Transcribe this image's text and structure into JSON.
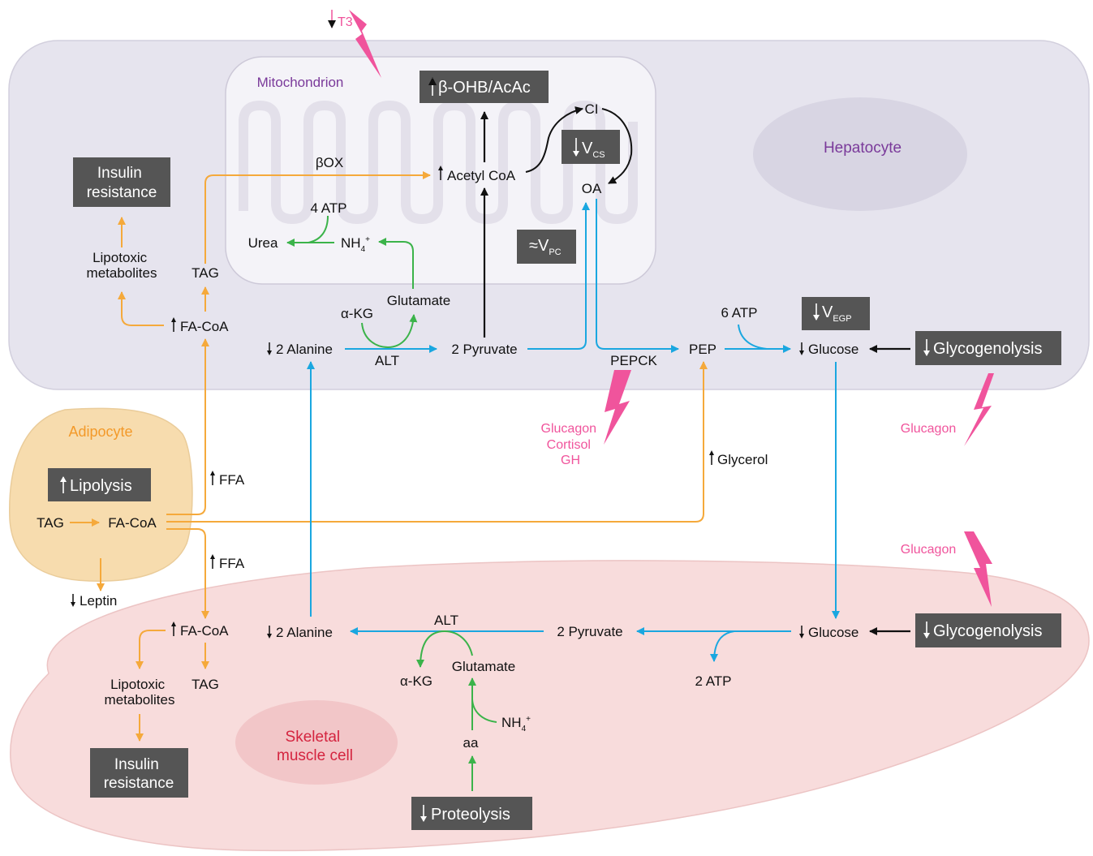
{
  "colors": {
    "liver_fill": "#e6e4ee",
    "mito_fill": "#f4f3f8",
    "adipocyte_fill": "#f7dcae",
    "muscle_fill": "#f8dcdc",
    "label_box": "#555555",
    "orange": "#f5a93b",
    "blue": "#1aa7e0",
    "green": "#3bb34a",
    "black": "#111111",
    "pink": "#f0549c",
    "purple": "#7a3a9a",
    "adipocyte_text": "#f39a2a",
    "muscle_text": "#d4243f"
  },
  "labels": {
    "t3": "T3",
    "mitochondrion": "Mitochondrion",
    "hepatocyte": "Hepatocyte",
    "adipocyte": "Adipocyte",
    "skeletal_muscle_line1": "Skeletal",
    "skeletal_muscle_line2": "muscle cell"
  },
  "boxes": {
    "bohb": "β-OHB/AcAc",
    "insulin_resistance_liver_l1": "Insulin",
    "insulin_resistance_liver_l2": "resistance",
    "vcs": "V",
    "vcs_sub": "CS",
    "vpc_prefix": "≈V",
    "vpc_sub": "PC",
    "vegp": "V",
    "vegp_sub": "EGP",
    "glycogenolysis_liver": "Glycogenolysis",
    "lipolysis": "Lipolysis",
    "glycogenolysis_muscle": "Glycogenolysis",
    "insulin_resistance_muscle_l1": "Insulin",
    "insulin_resistance_muscle_l2": "resistance",
    "proteolysis": "Proteolysis"
  },
  "liver": {
    "ci": "CI",
    "oa": "OA",
    "acetyl_coa": "Acetyl CoA",
    "box": "βOX",
    "four_atp": "4 ATP",
    "urea": "Urea",
    "nh4": "NH",
    "nh4_sub": "4",
    "nh4_sup": "+",
    "glutamate": "Glutamate",
    "akg": "α-KG",
    "alt": "ALT",
    "alanine": "2 Alanine",
    "pyruvate": "2 Pyruvate",
    "pepck": "PEPCK",
    "pep": "PEP",
    "six_atp": "6 ATP",
    "glucose": "Glucose",
    "lipotoxic_l1": "Lipotoxic",
    "lipotoxic_l2": "metabolites",
    "tag": "TAG",
    "fa_coa": "FA-CoA"
  },
  "hormones": {
    "glucagon_cortisol_gh_l1": "Glucagon",
    "glucagon_cortisol_gh_l2": "Cortisol",
    "glucagon_cortisol_gh_l3": "GH",
    "glucagon_liver": "Glucagon",
    "glucagon_muscle": "Glucagon"
  },
  "between": {
    "glycerol": "Glycerol",
    "ffa_top": "FFA",
    "ffa_bottom": "FFA",
    "leptin": "Leptin"
  },
  "adipocyte": {
    "tag": "TAG",
    "fa_coa": "FA-CoA"
  },
  "muscle": {
    "fa_coa": "FA-CoA",
    "tag": "TAG",
    "lipotoxic_l1": "Lipotoxic",
    "lipotoxic_l2": "metabolites",
    "alanine": "2 Alanine",
    "alt": "ALT",
    "pyruvate": "2 Pyruvate",
    "akg": "α-KG",
    "glutamate": "Glutamate",
    "nh4": "NH",
    "nh4_sub": "4",
    "nh4_sup": "+",
    "aa": "aa",
    "glucose": "Glucose",
    "two_atp": "2 ATP"
  }
}
